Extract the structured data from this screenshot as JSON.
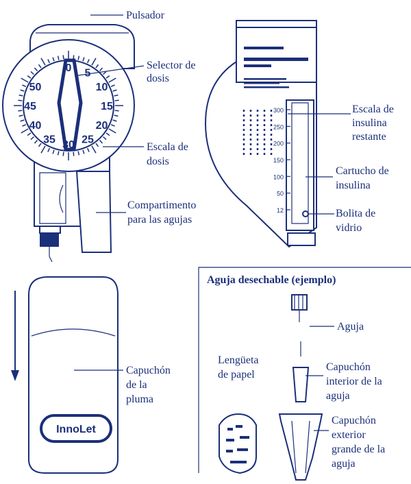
{
  "labels": {
    "push_button": "Pulsador",
    "dose_selector": [
      "Selector de",
      "dosis"
    ],
    "dose_scale": [
      "Escala de",
      "dosis"
    ],
    "needle_compartment": [
      "Compartimento",
      "para las agujas"
    ],
    "remaining_scale": [
      "Escala de",
      "insulina",
      "restante"
    ],
    "cartridge": [
      "Cartucho de",
      "insulina"
    ],
    "glass_ball": [
      "Bolita de",
      "vidrio"
    ],
    "pen_cap": [
      "Capuchón",
      "de la",
      "pluma"
    ]
  },
  "needle_box": {
    "title": "Aguja desechable (ejemplo)",
    "needle": "Aguja",
    "paper_tab": [
      "Lengüeta",
      "de papel"
    ],
    "inner_cap": [
      "Capuchón",
      "interior de la",
      "aguja"
    ],
    "outer_cap": [
      "Capuchón",
      "exterior",
      "grande de la",
      "aguja"
    ]
  },
  "dial_numbers": [
    "0",
    "5",
    "10",
    "15",
    "20",
    "25",
    "30",
    "35",
    "40",
    "45",
    "50"
  ],
  "remaining_scale_values": [
    "300",
    "250",
    "200",
    "150",
    "100",
    "50",
    "12"
  ],
  "brand_logo": "InnoLet",
  "colors": {
    "ink": "#1b2f7a",
    "background": "#ffffff"
  }
}
